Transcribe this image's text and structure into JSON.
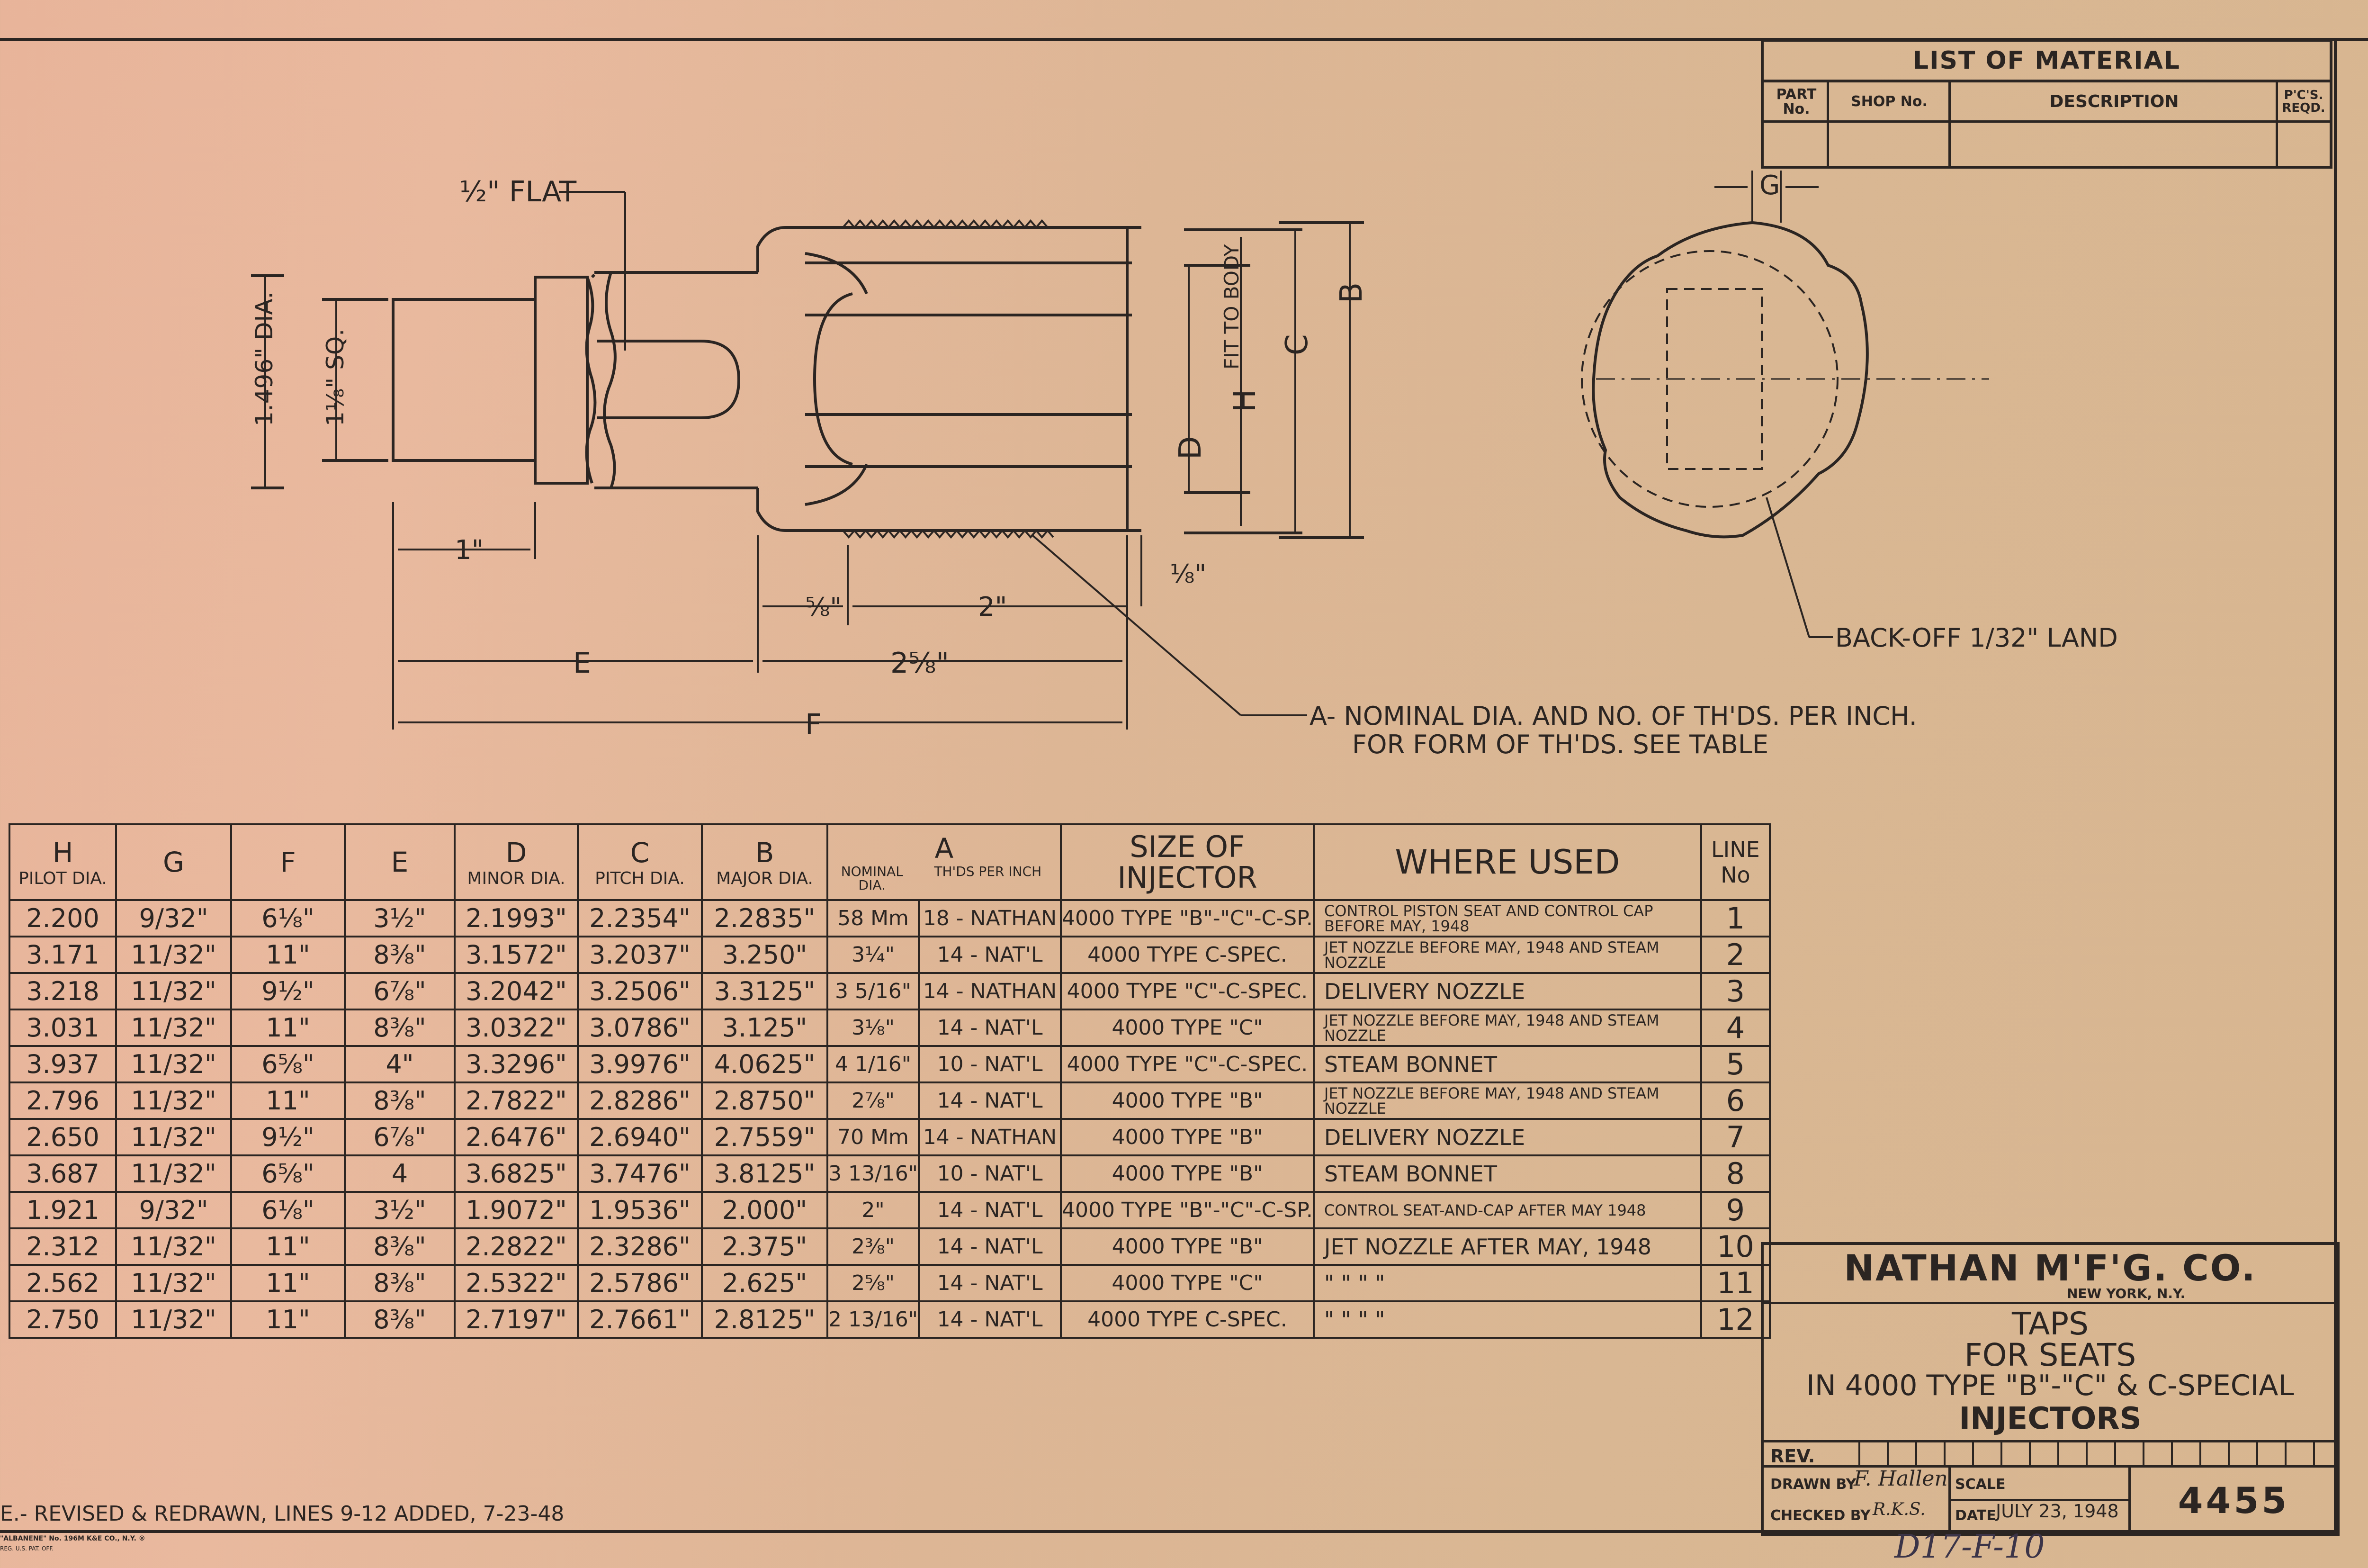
{
  "list_of_material": {
    "title": "LIST OF MATERIAL",
    "headers": {
      "part": "PART No.",
      "shop": "SHOP No.",
      "description": "DESCRIPTION",
      "pcs": "P'C'S. REQD."
    }
  },
  "drawing": {
    "half_flat": "½\" FLAT",
    "dia_1496": "1.496\" DIA.",
    "sq_1_1_8": "1⅛\" SQ.",
    "dim_1in": "1\"",
    "dim_5_8": "⅝\"",
    "dim_2in": "2\"",
    "dim_1_8": "⅛\"",
    "dim_E": "E",
    "dim_2_5_8": "2⅝\"",
    "dim_F": "F",
    "fit_to_body": "FIT TO BODY",
    "label_H": "H",
    "label_D": "D",
    "label_C": "C",
    "label_B": "B",
    "label_G": "G",
    "back_off": "BACK-OFF 1/32\" LAND",
    "note_a_line1": "A- NOMINAL DIA. AND NO. OF TH'DS. PER INCH.",
    "note_a_line2": "FOR FORM OF TH'DS. SEE TABLE"
  },
  "table": {
    "headers": {
      "H": "H",
      "H_sub": "PILOT DIA.",
      "G": "G",
      "F": "F",
      "E": "E",
      "D": "D",
      "D_sub": "MINOR DIA.",
      "C": "C",
      "C_sub": "PITCH DIA.",
      "B": "B",
      "B_sub": "MAJOR DIA.",
      "A": "A",
      "A_nominal": "NOMINAL DIA.",
      "A_thds": "TH'DS PER INCH",
      "size": "SIZE OF INJECTOR",
      "where": "WHERE USED",
      "line": "LINE No"
    },
    "rows": [
      {
        "H": "2.200",
        "G": "9/32\"",
        "F": "6⅛\"",
        "E": "3½\"",
        "D": "2.1993\"",
        "C": "2.2354\"",
        "B": "2.2835\"",
        "nom": "58 Mm",
        "thds": "18 - NATHAN",
        "size": "4000 TYPE \"B\"-\"C\"-C-SP.",
        "where": "CONTROL PISTON SEAT AND CONTROL CAP BEFORE MAY, 1948",
        "line": "1"
      },
      {
        "H": "3.171",
        "G": "11/32\"",
        "F": "11\"",
        "E": "8⅜\"",
        "D": "3.1572\"",
        "C": "3.2037\"",
        "B": "3.250\"",
        "nom": "3¼\"",
        "thds": "14 - NAT'L",
        "size": "4000 TYPE C-SPEC.",
        "where": "JET NOZZLE BEFORE MAY, 1948 AND STEAM NOZZLE",
        "line": "2"
      },
      {
        "H": "3.218",
        "G": "11/32\"",
        "F": "9½\"",
        "E": "6⅞\"",
        "D": "3.2042\"",
        "C": "3.2506\"",
        "B": "3.3125\"",
        "nom": "3 5/16\"",
        "thds": "14 - NATHAN",
        "size": "4000 TYPE \"C\"-C-SPEC.",
        "where": "DELIVERY NOZZLE",
        "line": "3"
      },
      {
        "H": "3.031",
        "G": "11/32\"",
        "F": "11\"",
        "E": "8⅜\"",
        "D": "3.0322\"",
        "C": "3.0786\"",
        "B": "3.125\"",
        "nom": "3⅛\"",
        "thds": "14 - NAT'L",
        "size": "4000 TYPE \"C\"",
        "where": "JET NOZZLE BEFORE MAY, 1948 AND STEAM NOZZLE",
        "line": "4"
      },
      {
        "H": "3.937",
        "G": "11/32\"",
        "F": "6⅝\"",
        "E": "4\"",
        "D": "3.3296\"",
        "C": "3.9976\"",
        "B": "4.0625\"",
        "nom": "4 1/16\"",
        "thds": "10 - NAT'L",
        "size": "4000 TYPE \"C\"-C-SPEC.",
        "where": "STEAM BONNET",
        "line": "5"
      },
      {
        "H": "2.796",
        "G": "11/32\"",
        "F": "11\"",
        "E": "8⅜\"",
        "D": "2.7822\"",
        "C": "2.8286\"",
        "B": "2.8750\"",
        "nom": "2⅞\"",
        "thds": "14 - NAT'L",
        "size": "4000 TYPE \"B\"",
        "where": "JET NOZZLE BEFORE MAY, 1948 AND STEAM NOZZLE",
        "line": "6"
      },
      {
        "H": "2.650",
        "G": "11/32\"",
        "F": "9½\"",
        "E": "6⅞\"",
        "D": "2.6476\"",
        "C": "2.6940\"",
        "B": "2.7559\"",
        "nom": "70 Mm",
        "thds": "14 - NATHAN",
        "size": "4000 TYPE \"B\"",
        "where": "DELIVERY NOZZLE",
        "line": "7"
      },
      {
        "H": "3.687",
        "G": "11/32\"",
        "F": "6⅝\"",
        "E": "4",
        "D": "3.6825\"",
        "C": "3.7476\"",
        "B": "3.8125\"",
        "nom": "3 13/16\"",
        "thds": "10 - NAT'L",
        "size": "4000 TYPE \"B\"",
        "where": "STEAM BONNET",
        "line": "8"
      },
      {
        "H": "1.921",
        "G": "9/32\"",
        "F": "6⅛\"",
        "E": "3½\"",
        "D": "1.9072\"",
        "C": "1.9536\"",
        "B": "2.000\"",
        "nom": "2\"",
        "thds": "14 - NAT'L",
        "size": "4000 TYPE \"B\"-\"C\"-C-SP.",
        "where": "CONTROL SEAT-AND-CAP AFTER MAY 1948",
        "line": "9"
      },
      {
        "H": "2.312",
        "G": "11/32\"",
        "F": "11\"",
        "E": "8⅜\"",
        "D": "2.2822\"",
        "C": "2.3286\"",
        "B": "2.375\"",
        "nom": "2⅜\"",
        "thds": "14 - NAT'L",
        "size": "4000 TYPE \"B\"",
        "where": "JET NOZZLE AFTER MAY, 1948",
        "line": "10"
      },
      {
        "H": "2.562",
        "G": "11/32\"",
        "F": "11\"",
        "E": "8⅜\"",
        "D": "2.5322\"",
        "C": "2.5786\"",
        "B": "2.625\"",
        "nom": "2⅝\"",
        "thds": "14 - NAT'L",
        "size": "4000 TYPE \"C\"",
        "where": "\"      \"      \"      \"",
        "line": "11"
      },
      {
        "H": "2.750",
        "G": "11/32\"",
        "F": "11\"",
        "E": "8⅜\"",
        "D": "2.7197\"",
        "C": "2.7661\"",
        "B": "2.8125\"",
        "nom": "2 13/16\"",
        "thds": "14 - NAT'L",
        "size": "4000 TYPE C-SPEC.",
        "where": "\"      \"      \"      \"",
        "line": "12"
      }
    ]
  },
  "title_block": {
    "company": "NATHAN M'F'G. CO.",
    "location": "NEW YORK, N.Y.",
    "title_line1": "TAPS",
    "title_line2": "FOR SEATS",
    "title_line3": "IN 4000 TYPE \"B\"-\"C\" & C-SPECIAL",
    "title_line4": "INJECTORS",
    "rev": "REV.",
    "drawn_by": "DRAWN BY",
    "drawn_by_value": "F. Hallen",
    "scale": "SCALE",
    "checked_by": "CHECKED BY",
    "checked_by_value": "R.K.S.",
    "date_label": "DATE",
    "date_value": "JULY 23, 1948",
    "drawing_no": "4455"
  },
  "revision_note": "E.- REVISED & REDRAWN, LINES 9-12 ADDED, 7-23-48",
  "paper_brand_line1": "\"ALBANENE\" No. 196M K&E CO., N.Y. ®",
  "paper_brand_line2": "REG. U.S. PAT. OFF.",
  "handwritten_ref": "D17-F-10"
}
